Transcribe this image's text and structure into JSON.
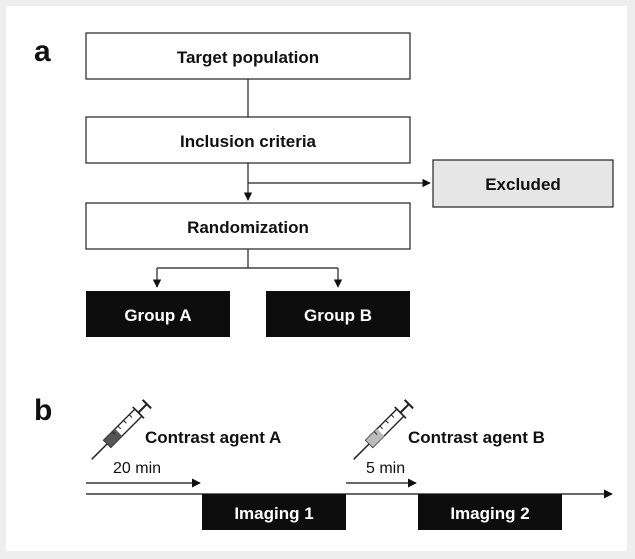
{
  "panel_a": {
    "label": "a",
    "target_population": "Target population",
    "inclusion_criteria": "Inclusion criteria",
    "excluded": "Excluded",
    "randomization": "Randomization",
    "group_a": "Group A",
    "group_b": "Group B"
  },
  "panel_b": {
    "label": "b",
    "contrast_agent_a": "Contrast agent A",
    "contrast_agent_b": "Contrast agent B",
    "delay_a": "20 min",
    "delay_b": "5 min",
    "imaging_1": "Imaging 1",
    "imaging_2": "Imaging 2"
  },
  "colors": {
    "box_border": "#222222",
    "dark_box": "#0d0d0d",
    "excluded_fill": "#e6e6e6",
    "background": "#eeeeee"
  },
  "icons": [
    "syringe-icon"
  ]
}
